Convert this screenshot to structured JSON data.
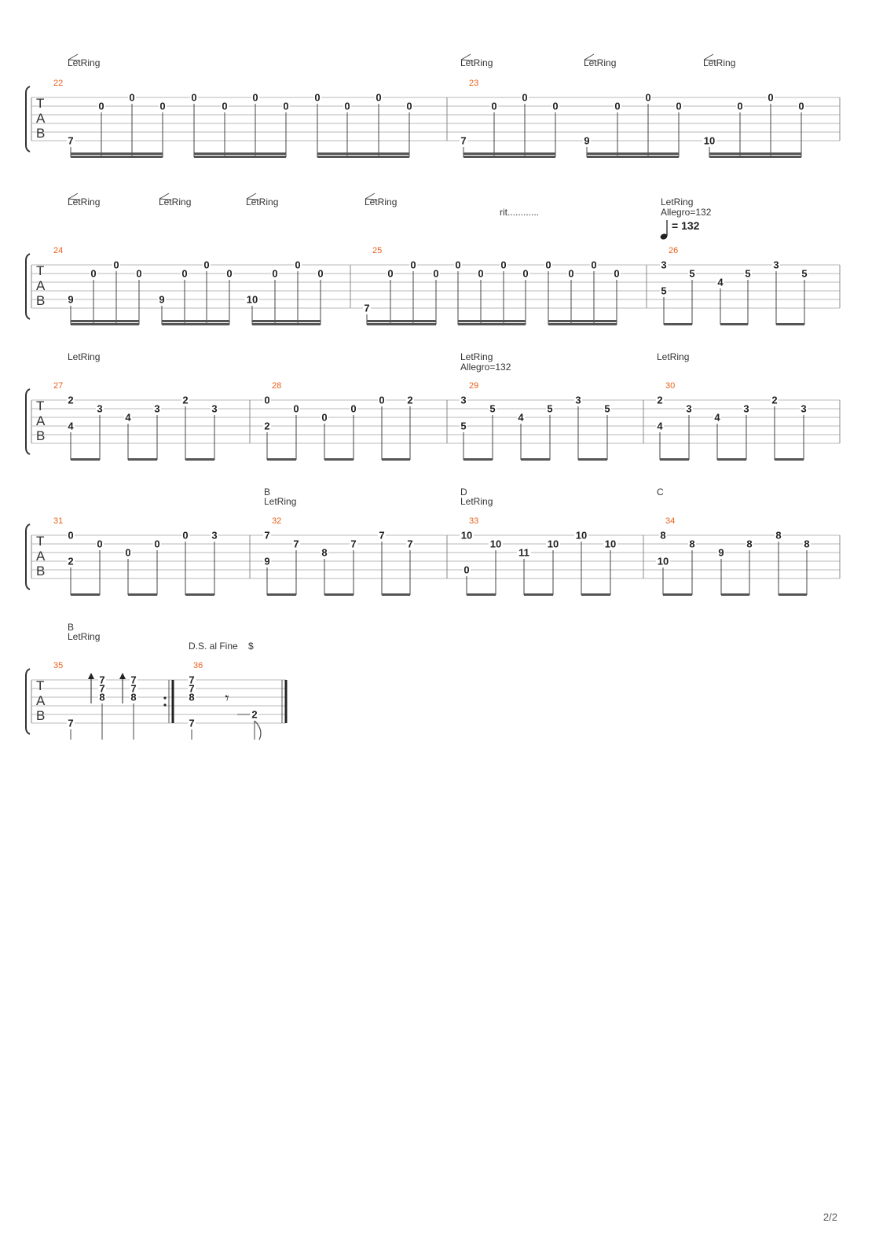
{
  "page_number": "2/2",
  "labels": {
    "let_ring": "LetRing",
    "ritardando": "rit............",
    "tempo_text": "Allegro=132",
    "tempo_value": "= 132",
    "ds_al_fine": "D.S. al Fine",
    "segno": "$",
    "tab_letters": [
      "T",
      "A",
      "B"
    ]
  },
  "systems": [
    {
      "measures": [
        {
          "number": "22",
          "notes": [
            {
              "s": 6,
              "f": "7"
            },
            {
              "s": 2,
              "f": "0"
            },
            {
              "s": 1,
              "f": "0"
            },
            {
              "s": 2,
              "f": "0"
            },
            {
              "s": 1,
              "f": "0"
            },
            {
              "s": 2,
              "f": "0"
            },
            {
              "s": 1,
              "f": "0"
            },
            {
              "s": 2,
              "f": "0"
            },
            {
              "s": 1,
              "f": "0"
            },
            {
              "s": 2,
              "f": "0"
            },
            {
              "s": 1,
              "f": "0"
            },
            {
              "s": 2,
              "f": "0"
            }
          ]
        },
        {
          "number": "23",
          "notes": [
            {
              "s": 6,
              "f": "7"
            },
            {
              "s": 2,
              "f": "0"
            },
            {
              "s": 1,
              "f": "0"
            },
            {
              "s": 2,
              "f": "0"
            },
            {
              "s": 6,
              "f": "9"
            },
            {
              "s": 2,
              "f": "0"
            },
            {
              "s": 1,
              "f": "0"
            },
            {
              "s": 2,
              "f": "0"
            },
            {
              "s": 6,
              "f": "10"
            },
            {
              "s": 2,
              "f": "0"
            },
            {
              "s": 1,
              "f": "0"
            },
            {
              "s": 2,
              "f": "0"
            }
          ]
        }
      ],
      "annotations": [
        {
          "text": "LetRing",
          "tie": true
        },
        {
          "text": "LetRing",
          "tie": true
        },
        {
          "text": "LetRing",
          "tie": true
        },
        {
          "text": "LetRing",
          "tie": true
        }
      ]
    },
    {
      "measures": [
        {
          "number": "24",
          "notes": [
            {
              "s": 5,
              "f": "9"
            },
            {
              "s": 2,
              "f": "0"
            },
            {
              "s": 1,
              "f": "0"
            },
            {
              "s": 2,
              "f": "0"
            },
            {
              "s": 5,
              "f": "9"
            },
            {
              "s": 2,
              "f": "0"
            },
            {
              "s": 1,
              "f": "0"
            },
            {
              "s": 2,
              "f": "0"
            },
            {
              "s": 5,
              "f": "10"
            },
            {
              "s": 2,
              "f": "0"
            },
            {
              "s": 1,
              "f": "0"
            },
            {
              "s": 2,
              "f": "0"
            }
          ]
        },
        {
          "number": "25",
          "notes": [
            {
              "s": 6,
              "f": "7"
            },
            {
              "s": 2,
              "f": "0"
            },
            {
              "s": 1,
              "f": "0"
            },
            {
              "s": 2,
              "f": "0"
            },
            {
              "s": 1,
              "f": "0"
            },
            {
              "s": 2,
              "f": "0"
            },
            {
              "s": 1,
              "f": "0"
            },
            {
              "s": 2,
              "f": "0"
            },
            {
              "s": 1,
              "f": "0"
            },
            {
              "s": 2,
              "f": "0"
            },
            {
              "s": 1,
              "f": "0"
            },
            {
              "s": 2,
              "f": "0"
            }
          ]
        },
        {
          "number": "26",
          "notes": [
            {
              "chord": [
                {
                  "s": 1,
                  "f": "3"
                },
                {
                  "s": 4,
                  "f": "5"
                }
              ]
            },
            {
              "s": 2,
              "f": "5"
            },
            {
              "s": 3,
              "f": "4"
            },
            {
              "s": 2,
              "f": "5"
            },
            {
              "s": 1,
              "f": "3"
            },
            {
              "s": 2,
              "f": "5"
            }
          ]
        }
      ],
      "annotations": [
        {
          "text": "LetRing",
          "tie": true
        },
        {
          "text": "LetRing",
          "tie": true
        },
        {
          "text": "LetRing",
          "tie": true
        },
        {
          "text": "LetRing",
          "tie": true
        },
        {
          "text": "rit............",
          "tie": false
        },
        {
          "text": "LetRing",
          "tie": false
        },
        {
          "text": "Allegro=132",
          "tie": false
        }
      ]
    },
    {
      "measures": [
        {
          "number": "27",
          "notes": [
            {
              "chord": [
                {
                  "s": 1,
                  "f": "2"
                },
                {
                  "s": 4,
                  "f": "4"
                }
              ]
            },
            {
              "s": 2,
              "f": "3"
            },
            {
              "s": 3,
              "f": "4"
            },
            {
              "s": 2,
              "f": "3"
            },
            {
              "s": 1,
              "f": "2"
            },
            {
              "s": 2,
              "f": "3"
            }
          ]
        },
        {
          "number": "28",
          "notes": [
            {
              "chord": [
                {
                  "s": 1,
                  "f": "0"
                },
                {
                  "s": 4,
                  "f": "2"
                }
              ]
            },
            {
              "s": 2,
              "f": "0"
            },
            {
              "s": 3,
              "f": "0"
            },
            {
              "s": 2,
              "f": "0"
            },
            {
              "s": 1,
              "f": "0"
            },
            {
              "s": 1,
              "f": "2"
            }
          ]
        },
        {
          "number": "29",
          "notes": [
            {
              "chord": [
                {
                  "s": 1,
                  "f": "3"
                },
                {
                  "s": 4,
                  "f": "5"
                }
              ]
            },
            {
              "s": 2,
              "f": "5"
            },
            {
              "s": 3,
              "f": "4"
            },
            {
              "s": 2,
              "f": "5"
            },
            {
              "s": 1,
              "f": "3"
            },
            {
              "s": 2,
              "f": "5"
            }
          ]
        },
        {
          "number": "30",
          "notes": [
            {
              "chord": [
                {
                  "s": 1,
                  "f": "2"
                },
                {
                  "s": 4,
                  "f": "4"
                }
              ]
            },
            {
              "s": 2,
              "f": "3"
            },
            {
              "s": 3,
              "f": "4"
            },
            {
              "s": 2,
              "f": "3"
            },
            {
              "s": 1,
              "f": "2"
            },
            {
              "s": 2,
              "f": "3"
            }
          ]
        }
      ],
      "annotations": [
        {
          "text": "LetRing"
        },
        {
          "text": "LetRing"
        },
        {
          "text": "Allegro=132"
        },
        {
          "text": "LetRing"
        }
      ]
    },
    {
      "measures": [
        {
          "number": "31",
          "notes": [
            {
              "chord": [
                {
                  "s": 1,
                  "f": "0"
                },
                {
                  "s": 4,
                  "f": "2"
                }
              ]
            },
            {
              "s": 2,
              "f": "0"
            },
            {
              "s": 3,
              "f": "0"
            },
            {
              "s": 2,
              "f": "0"
            },
            {
              "s": 1,
              "f": "0"
            },
            {
              "s": 1,
              "f": "3"
            }
          ]
        },
        {
          "number": "32",
          "notes": [
            {
              "chord": [
                {
                  "s": 1,
                  "f": "7"
                },
                {
                  "s": 4,
                  "f": "9"
                }
              ]
            },
            {
              "s": 2,
              "f": "7"
            },
            {
              "s": 3,
              "f": "8"
            },
            {
              "s": 2,
              "f": "7"
            },
            {
              "s": 1,
              "f": "7"
            },
            {
              "s": 2,
              "f": "7"
            }
          ]
        },
        {
          "number": "33",
          "notes": [
            {
              "chord": [
                {
                  "s": 1,
                  "f": "10"
                },
                {
                  "s": 5,
                  "f": "0"
                }
              ]
            },
            {
              "s": 2,
              "f": "10"
            },
            {
              "s": 3,
              "f": "11"
            },
            {
              "s": 2,
              "f": "10"
            },
            {
              "s": 1,
              "f": "10"
            },
            {
              "s": 2,
              "f": "10"
            }
          ]
        },
        {
          "number": "34",
          "notes": [
            {
              "chord": [
                {
                  "s": 1,
                  "f": "8"
                },
                {
                  "s": 4,
                  "f": "10"
                }
              ]
            },
            {
              "s": 2,
              "f": "8"
            },
            {
              "s": 3,
              "f": "9"
            },
            {
              "s": 2,
              "f": "8"
            },
            {
              "s": 1,
              "f": "8"
            },
            {
              "s": 2,
              "f": "8"
            }
          ]
        }
      ],
      "annotations": [
        {
          "text": "B"
        },
        {
          "text": "LetRing"
        },
        {
          "text": "D"
        },
        {
          "text": "LetRing"
        },
        {
          "text": "C"
        }
      ]
    },
    {
      "measures": [
        {
          "number": "35",
          "notes": [
            {
              "s": 6,
              "f": "7"
            },
            {
              "chord": [
                {
                  "s": 1,
                  "f": "7"
                },
                {
                  "s": 2,
                  "f": "7"
                },
                {
                  "s": 3,
                  "f": "8"
                }
              ],
              "stroke": "up"
            },
            {
              "chord": [
                {
                  "s": 1,
                  "f": "7"
                },
                {
                  "s": 2,
                  "f": "7"
                },
                {
                  "s": 3,
                  "f": "8"
                }
              ],
              "stroke": "up"
            }
          ]
        },
        {
          "number": "36",
          "notes": [
            {
              "chord": [
                {
                  "s": 1,
                  "f": "7"
                },
                {
                  "s": 2,
                  "f": "7"
                },
                {
                  "s": 3,
                  "f": "8"
                },
                {
                  "s": 6,
                  "f": "7"
                }
              ]
            },
            {
              "rest": "eighth"
            },
            {
              "s": 5,
              "f": "2"
            }
          ]
        }
      ],
      "annotations": [
        {
          "text": "B"
        },
        {
          "text": "LetRing"
        },
        {
          "text": "D.S. al Fine"
        },
        {
          "text": "$"
        }
      ]
    }
  ]
}
